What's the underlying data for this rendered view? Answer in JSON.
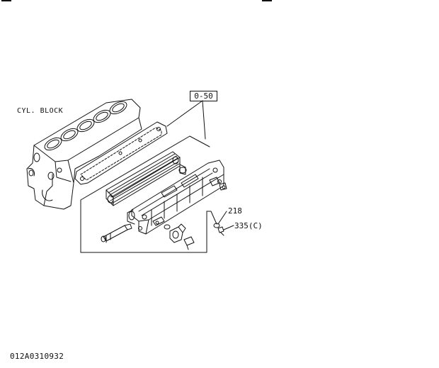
{
  "labels": {
    "cyl_block": "CYL. BLOCK",
    "ref_box": "0-50",
    "part_218": "218",
    "part_335": "335(C)"
  },
  "drawing_code": "012A0310932",
  "colors": {
    "line": "#111111",
    "background": "#ffffff"
  }
}
